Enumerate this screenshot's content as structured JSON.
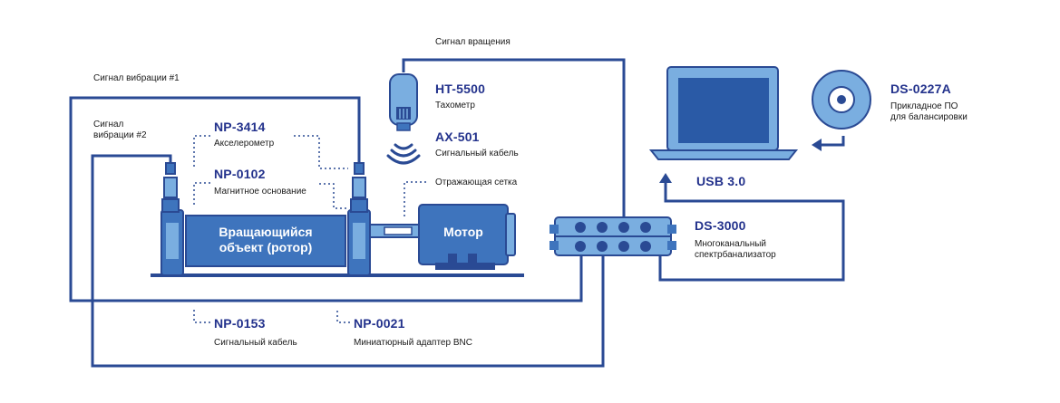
{
  "signals": {
    "rotation": "Сигнал вращения",
    "vibration1": "Сигнал вибрации #1",
    "vibration2_line1": "Сигнал",
    "vibration2_line2": "вибрации #2"
  },
  "components": {
    "ht5500": {
      "code": "HT-5500",
      "desc": "Тахометр"
    },
    "ax501": {
      "code": "AX-501",
      "desc": "Сигнальный кабель"
    },
    "reflective_grid": "Отражающая сетка",
    "np3414": {
      "code": "NP-3414",
      "desc": "Акселерометр"
    },
    "np0102": {
      "code": "NP-0102",
      "desc": "Магнитное основание"
    },
    "np0153": {
      "code": "NP-0153",
      "desc": "Сигнальный кабель"
    },
    "np0021": {
      "code": "NP-0021",
      "desc": "Миниатюрный адаптер BNC"
    },
    "usb": "USB 3.0",
    "ds3000": {
      "code": "DS-3000",
      "desc_line1": "Многоканальный",
      "desc_line2": "спектрбанализатор"
    },
    "ds0227a": {
      "code": "DS-0227A",
      "desc_line1": "Прикладное ПО",
      "desc_line2": "для балансировки"
    }
  },
  "rotor_label_line1": "Вращающийся",
  "rotor_label_line2": "объект (ротор)",
  "motor_label": "Мотор",
  "colors": {
    "dark": "#2a4a94",
    "mid": "#3e74bd",
    "light": "#7aaee0",
    "text_blue": "#23328c",
    "dots": "#5a6e99"
  }
}
